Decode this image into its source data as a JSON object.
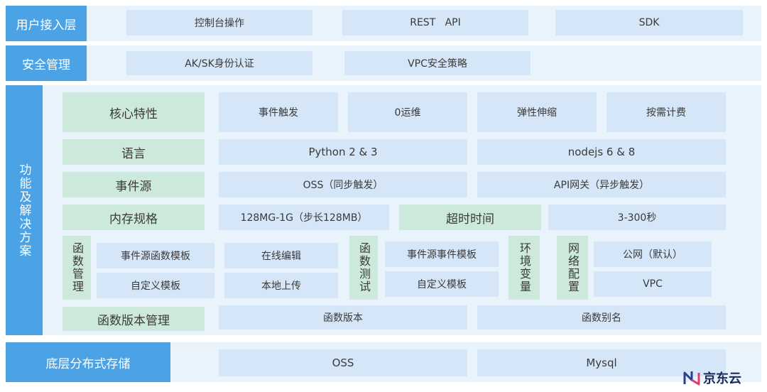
{
  "rows": {
    "access": {
      "label": "用户接入层",
      "items": [
        "控制台操作",
        "REST   API",
        "SDK"
      ]
    },
    "security": {
      "label": "安全管理",
      "items": [
        "AK/SK身份认证",
        "VPC安全策略"
      ]
    },
    "features": {
      "side_label": "功能及解决方案",
      "core": {
        "label": "核心特性",
        "items": [
          "事件触发",
          "0运维",
          "弹性伸缩",
          "按需计费"
        ]
      },
      "language": {
        "label": "语言",
        "items": [
          "Python 2 & 3",
          "nodejs 6 & 8"
        ]
      },
      "event_source": {
        "label": "事件源",
        "items": [
          "OSS（同步触发）",
          "API网关（异步触发）"
        ]
      },
      "memory": {
        "label": "内存规格",
        "value": "128MG-1G（步长128MB）",
        "timeout_label": "超时时间",
        "timeout_value": "3-300秒"
      },
      "func_mgmt": {
        "label": "函数管理",
        "items": [
          "事件源函数模板",
          "在线编辑",
          "自定义模板",
          "本地上传"
        ]
      },
      "func_test": {
        "label": "函数测试",
        "items": [
          "事件源事件模板",
          "自定义模板"
        ]
      },
      "env": {
        "label": "环境变量"
      },
      "network": {
        "label": "网络配置",
        "items": [
          "公网（默认）",
          "VPC"
        ]
      },
      "version": {
        "label": "函数版本管理",
        "items": [
          "函数版本",
          "函数别名"
        ]
      }
    },
    "storage": {
      "label": "底层分布式存储",
      "items": [
        "OSS",
        "Mysql"
      ]
    }
  },
  "logo": {
    "text": "京东云",
    "icon": "jd-cloud-logo-icon"
  },
  "colors": {
    "side": "#4ba3e5",
    "band": "#e8f3fc",
    "box": "#d5e6f8",
    "green": "#cde9dc"
  }
}
